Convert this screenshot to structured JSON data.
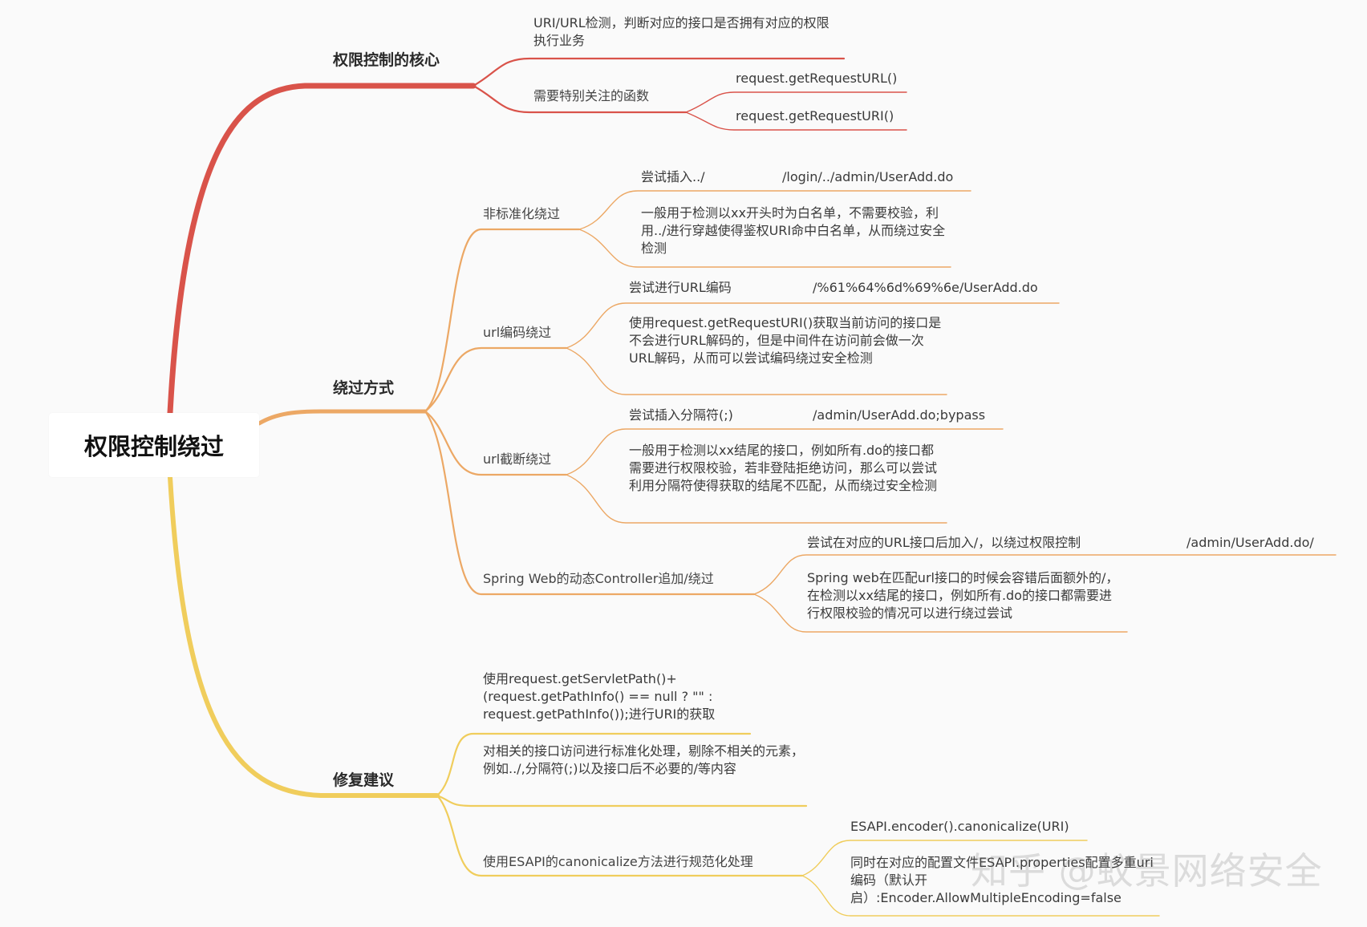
{
  "root": {
    "label": "权限控制绕过"
  },
  "core": {
    "label": "权限控制的核心",
    "desc": "URI/URL检测，判断对应的接口是否拥有对应的权限执行业务",
    "funcs": {
      "label": "需要特别关注的函数",
      "f1": "request.getRequestURL()",
      "f2": "request.getRequestURI()"
    }
  },
  "bypass": {
    "label": "绕过方式",
    "nonstd": {
      "label": "非标准化绕过",
      "try": "尝试插入../",
      "example": "/login/../admin/UserAdd.do",
      "desc": "一般用于检测以xx开头时为白名单，不需要校验，利用../进行穿越使得鉴权URI命中白名单，从而绕过安全检测"
    },
    "urlenc": {
      "label": "url编码绕过",
      "try": "尝试进行URL编码",
      "example": "/%61%64%6d%69%6e/UserAdd.do",
      "desc": "使用request.getRequestURI()获取当前访问的接口是不会进行URL解码的，但是中间件在访问前会做一次URL解码，从而可以尝试编码绕过安全检测"
    },
    "trunc": {
      "label": "url截断绕过",
      "try": "尝试插入分隔符(;)",
      "example": "/admin/UserAdd.do;bypass",
      "desc": "一般用于检测以xx结尾的接口，例如所有.do的接口都需要进行权限校验，若非登陆拒绝访问，那么可以尝试利用分隔符使得获取的结尾不匹配，从而绕过安全检测"
    },
    "spring": {
      "label": "Spring Web的动态Controller追加/绕过",
      "try": "尝试在对应的URL接口后加入/，以绕过权限控制",
      "example": "/admin/UserAdd.do/",
      "desc": "Spring web在匹配url接口的时候会容错后面额外的/，在检测以xx结尾的接口，例如所有.do的接口都需要进行权限校验的情况可以进行绕过尝试"
    }
  },
  "fix": {
    "label": "修复建议",
    "s1": "使用request.getServletPath()+(request.getPathInfo() == null ? \"\" : request.getPathInfo());进行URI的获取",
    "s2": "对相关的接口访问进行标准化处理，剔除不相关的元素，例如../,分隔符(;)以及接口后不必要的/等内容",
    "esapi": {
      "label": "使用ESAPI的canonicalize方法进行规范化处理",
      "c1": "ESAPI.encoder().canonicalize(URI)",
      "c2": "同时在对应的配置文件ESAPI.properties配置多重uri编码（默认开启）:Encoder.AllowMultipleEncoding=false"
    }
  },
  "watermark": "知乎 @蚁景网络安全",
  "colors": {
    "red": "#d9534a",
    "orange": "#eca865",
    "yellow": "#f0cd5c"
  }
}
